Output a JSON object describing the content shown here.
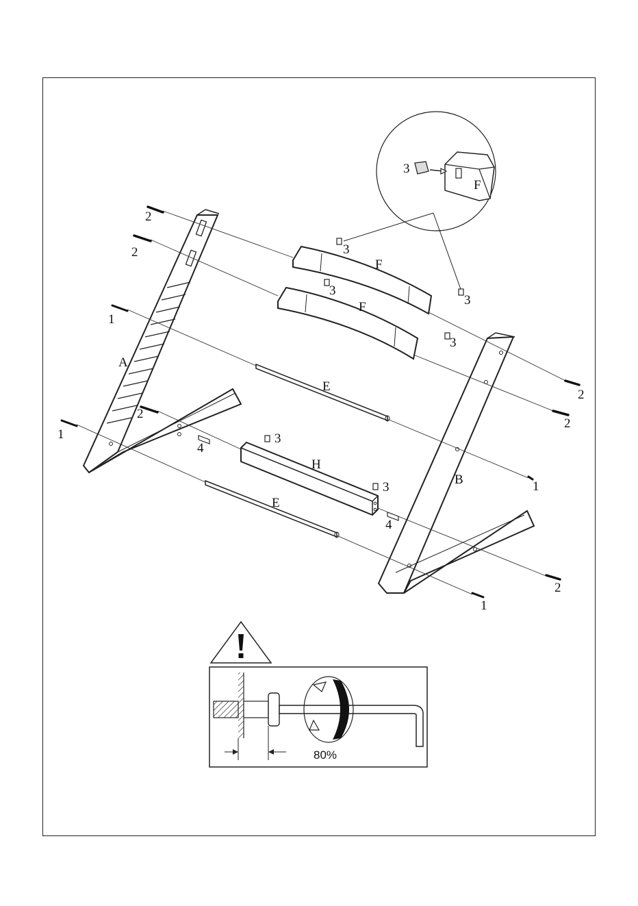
{
  "parts": {
    "A": "A",
    "B": "B",
    "E": "E",
    "F": "F",
    "H": "H",
    "screw_1": "1",
    "screw_2": "2",
    "nut_3": "3",
    "dowel_4": "4"
  },
  "warning": {
    "torque_percent": "80%",
    "icon": "warning-triangle-icon"
  },
  "detail": {
    "part_label": "F",
    "nut_label": "3"
  }
}
